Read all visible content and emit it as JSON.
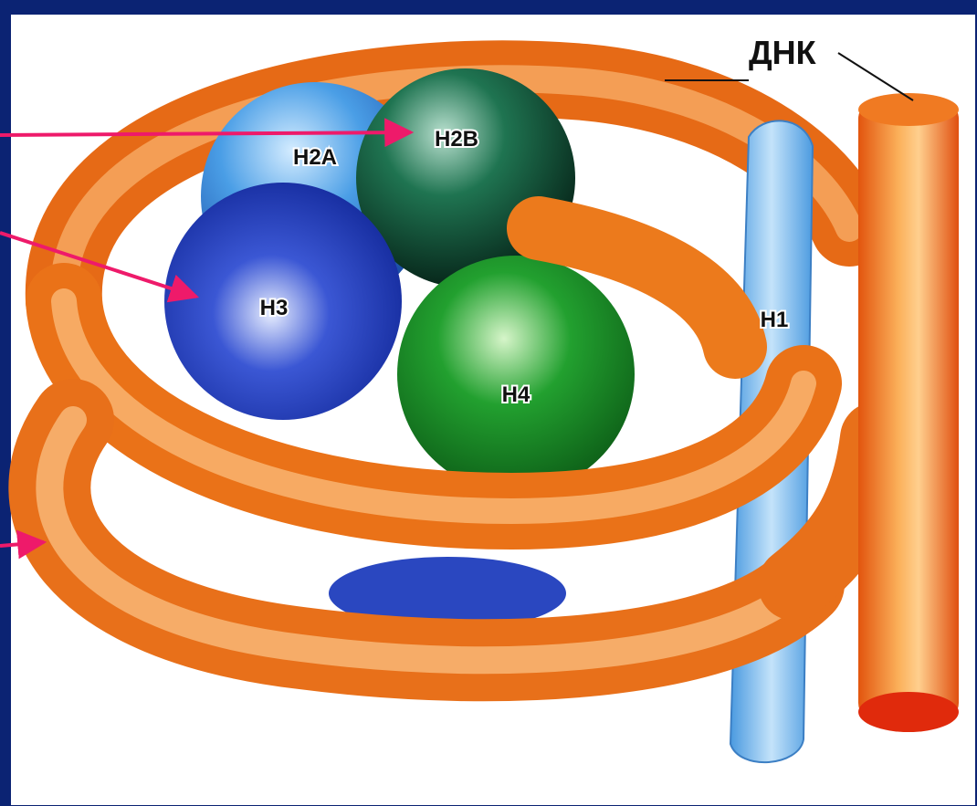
{
  "labels": {
    "dna": "ДНК",
    "h2a": "H2A",
    "h2b": "H2B",
    "h3": "H3",
    "h4": "H4",
    "h1": "H1"
  },
  "colors": {
    "background": "#0b2373",
    "panel": "#ffffff",
    "dna_tube": "#f08a1e",
    "h2a": "#3c8fe0",
    "h2b": "#145a3c",
    "h3": "#1b33b0",
    "h4": "#1a8a2a",
    "h1": "#6fb6ea",
    "pointer": "#ee1a6a"
  }
}
